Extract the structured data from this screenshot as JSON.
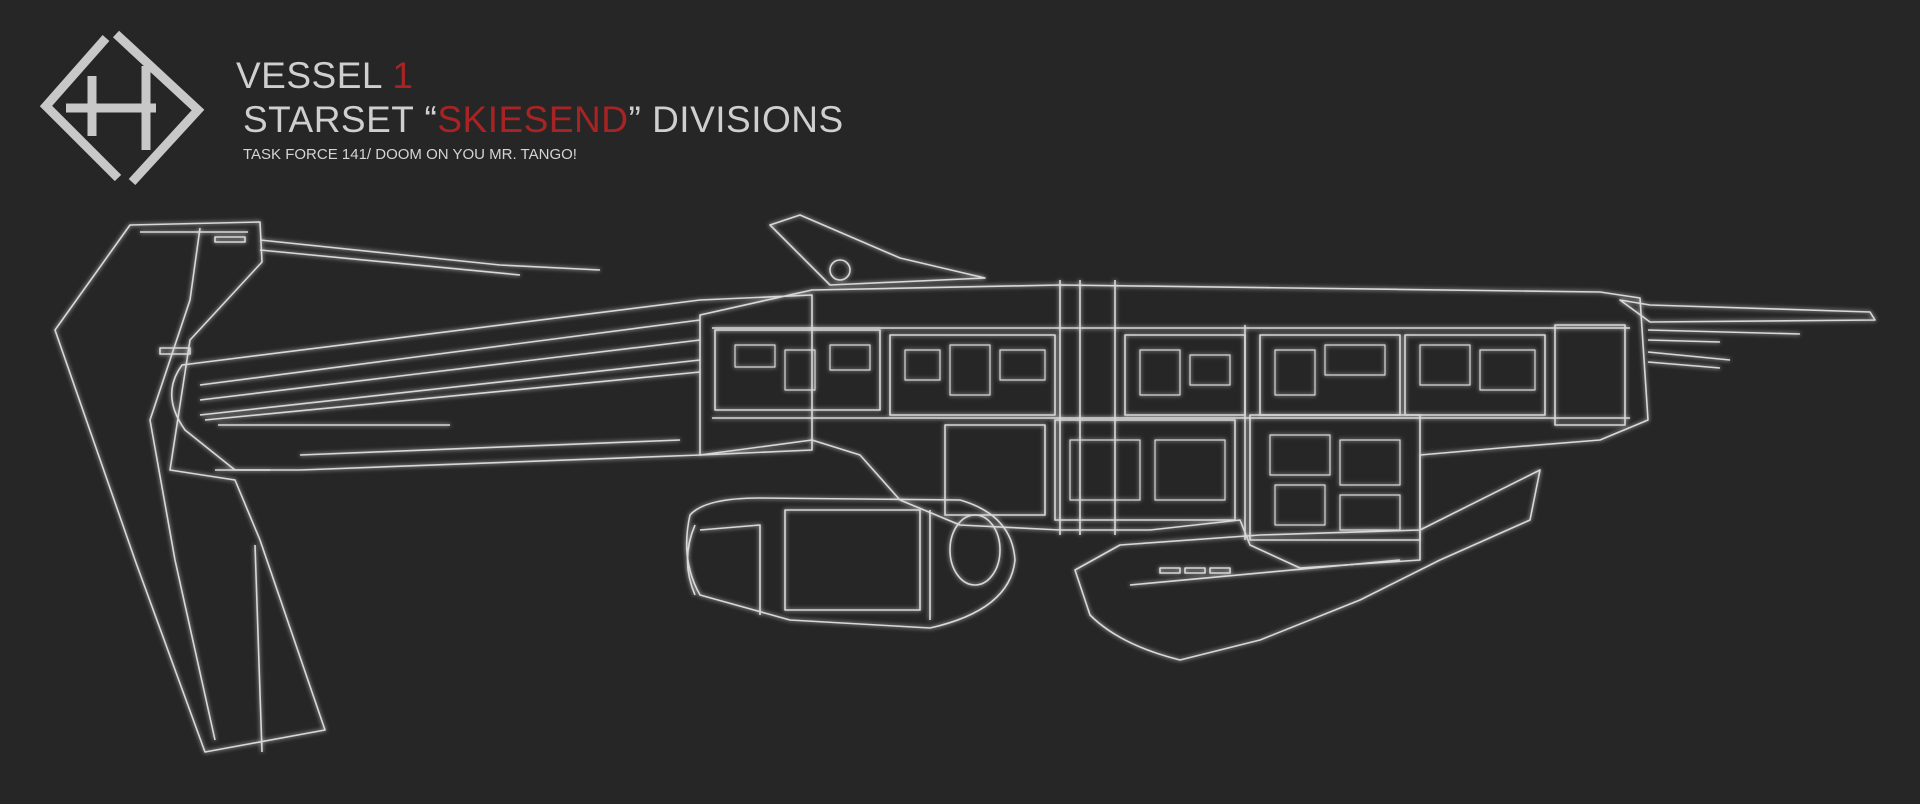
{
  "header": {
    "vessel_label": "VESSEL",
    "vessel_number": "1",
    "starset_prefix": "STARSET",
    "quote_open": "“",
    "ship_name": "SKIESEND",
    "quote_close": "”",
    "divisions_label": "DIVISIONS",
    "subtitle": "TASK FORCE 141/ DOOM ON YOU MR. TANGO!"
  },
  "colors": {
    "background": "#262626",
    "text": "#cfcfcf",
    "accent": "#a82424",
    "line_art": "#d8d8d8"
  },
  "icons": {
    "logo": "diamond-emblem-icon",
    "ship": "starship-schematic"
  }
}
